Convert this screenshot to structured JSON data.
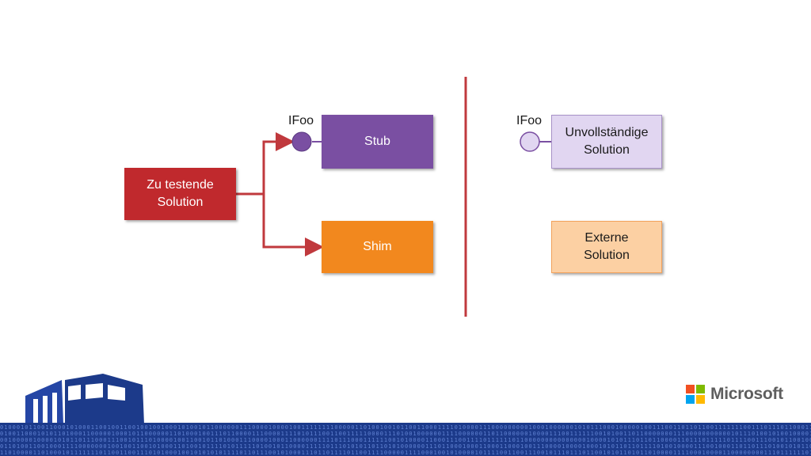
{
  "diagram": {
    "left": {
      "solution_box": "Zu testende\nSolution",
      "stub_box": "Stub",
      "shim_box": "Shim",
      "interface_label": "IFoo"
    },
    "right": {
      "incomplete_box": "Unvollständige\nSolution",
      "external_box": "Externe\nSolution",
      "interface_label": "IFoo"
    }
  },
  "colors": {
    "solution": "#c0292d",
    "stub": "#7a4fa2",
    "shim": "#f2881e",
    "incomplete": "#e1d6f1",
    "external": "#fcd0a3",
    "divider": "#c0393d",
    "footer": "#1c3a8a"
  },
  "branding": {
    "company": "Microsoft",
    "logo_colors": [
      "#f25022",
      "#7fba00",
      "#00a4ef",
      "#ffb900"
    ]
  },
  "icons": [
    "interface-lollipop-icon",
    "microsoft-logo-icon",
    "castle-logo-icon"
  ]
}
